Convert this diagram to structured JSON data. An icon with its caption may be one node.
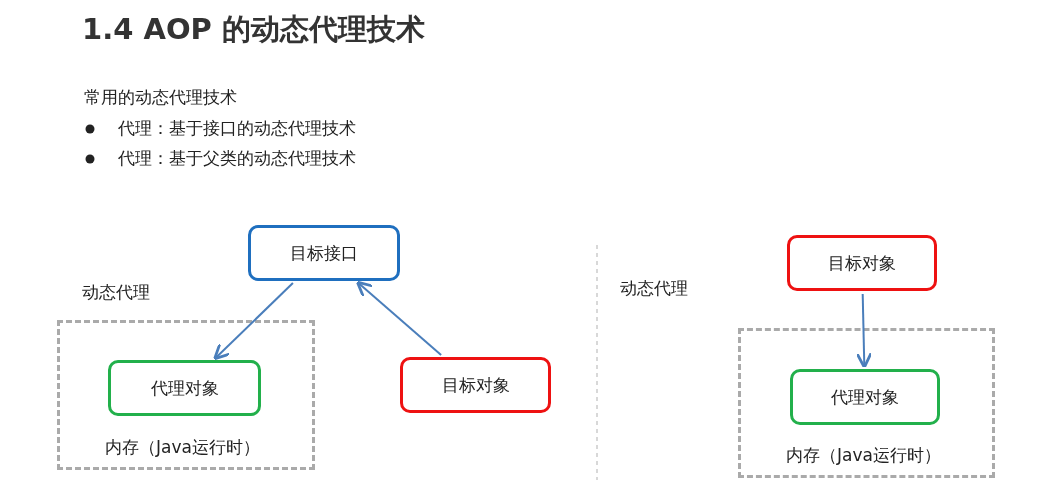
{
  "diagram": {
    "title": "1.4 AOP 的动态代理技术",
    "nodes": [
      {
        "text": [
          "目标接口"
        ]
      },
      {
        "text": [
          "内存（Java运行时）"
        ]
      },
      {
        "text": [
          "代理对象"
        ],
        "in": 1
      },
      {
        "text": [
          "目标对象"
        ]
      },
      {
        "text": [
          "目标对象"
        ]
      },
      {
        "text": [
          "内存（Java运行时）"
        ]
      },
      {
        "text": [
          "代理对象"
        ],
        "in": 5
      }
    ],
    "edges": [
      {
        "from": 0,
        "to": 2,
        "arrow": "to"
      },
      {
        "from": 3,
        "to": 0,
        "arrow": "to"
      },
      {
        "from": 4,
        "to": 6,
        "arrow": "to"
      }
    ],
    "labels": [
      "常用的动态代理技术",
      "代理：基于接口的动态代理技术",
      "代理：基于父类的动态代理技术",
      "动态代理",
      "动态代理"
    ]
  }
}
